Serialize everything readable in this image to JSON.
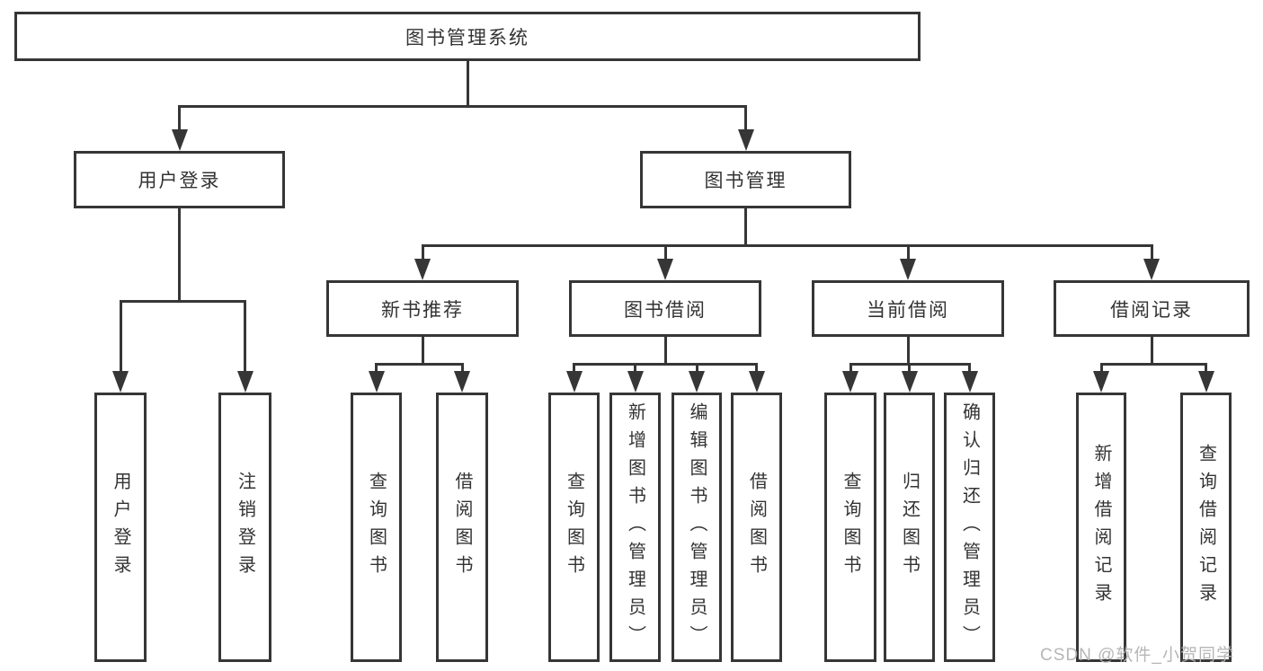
{
  "tree": {
    "root": "图书管理系统",
    "branches": [
      {
        "label": "用户登录",
        "children": [
          "用户登录",
          "注销登录"
        ]
      },
      {
        "label": "图书管理"
      }
    ],
    "modules": [
      {
        "label": "新书推荐",
        "children": [
          "查询图书",
          "借阅图书"
        ]
      },
      {
        "label": "图书借阅",
        "children": [
          "查询图书",
          "新增图书（管理员）",
          "编辑图书（管理员）",
          "借阅图书"
        ]
      },
      {
        "label": "当前借阅",
        "children": [
          "查询图书",
          "归还图书",
          "确认归还（管理员）"
        ]
      },
      {
        "label": "借阅记录",
        "children": [
          "新增借阅记录",
          "查询借阅记录"
        ]
      }
    ]
  },
  "watermark": "CSDN @软件_小贺同学",
  "colors": {
    "line": "#363636",
    "text": "#333333",
    "watermark": "#b3b3b3"
  }
}
